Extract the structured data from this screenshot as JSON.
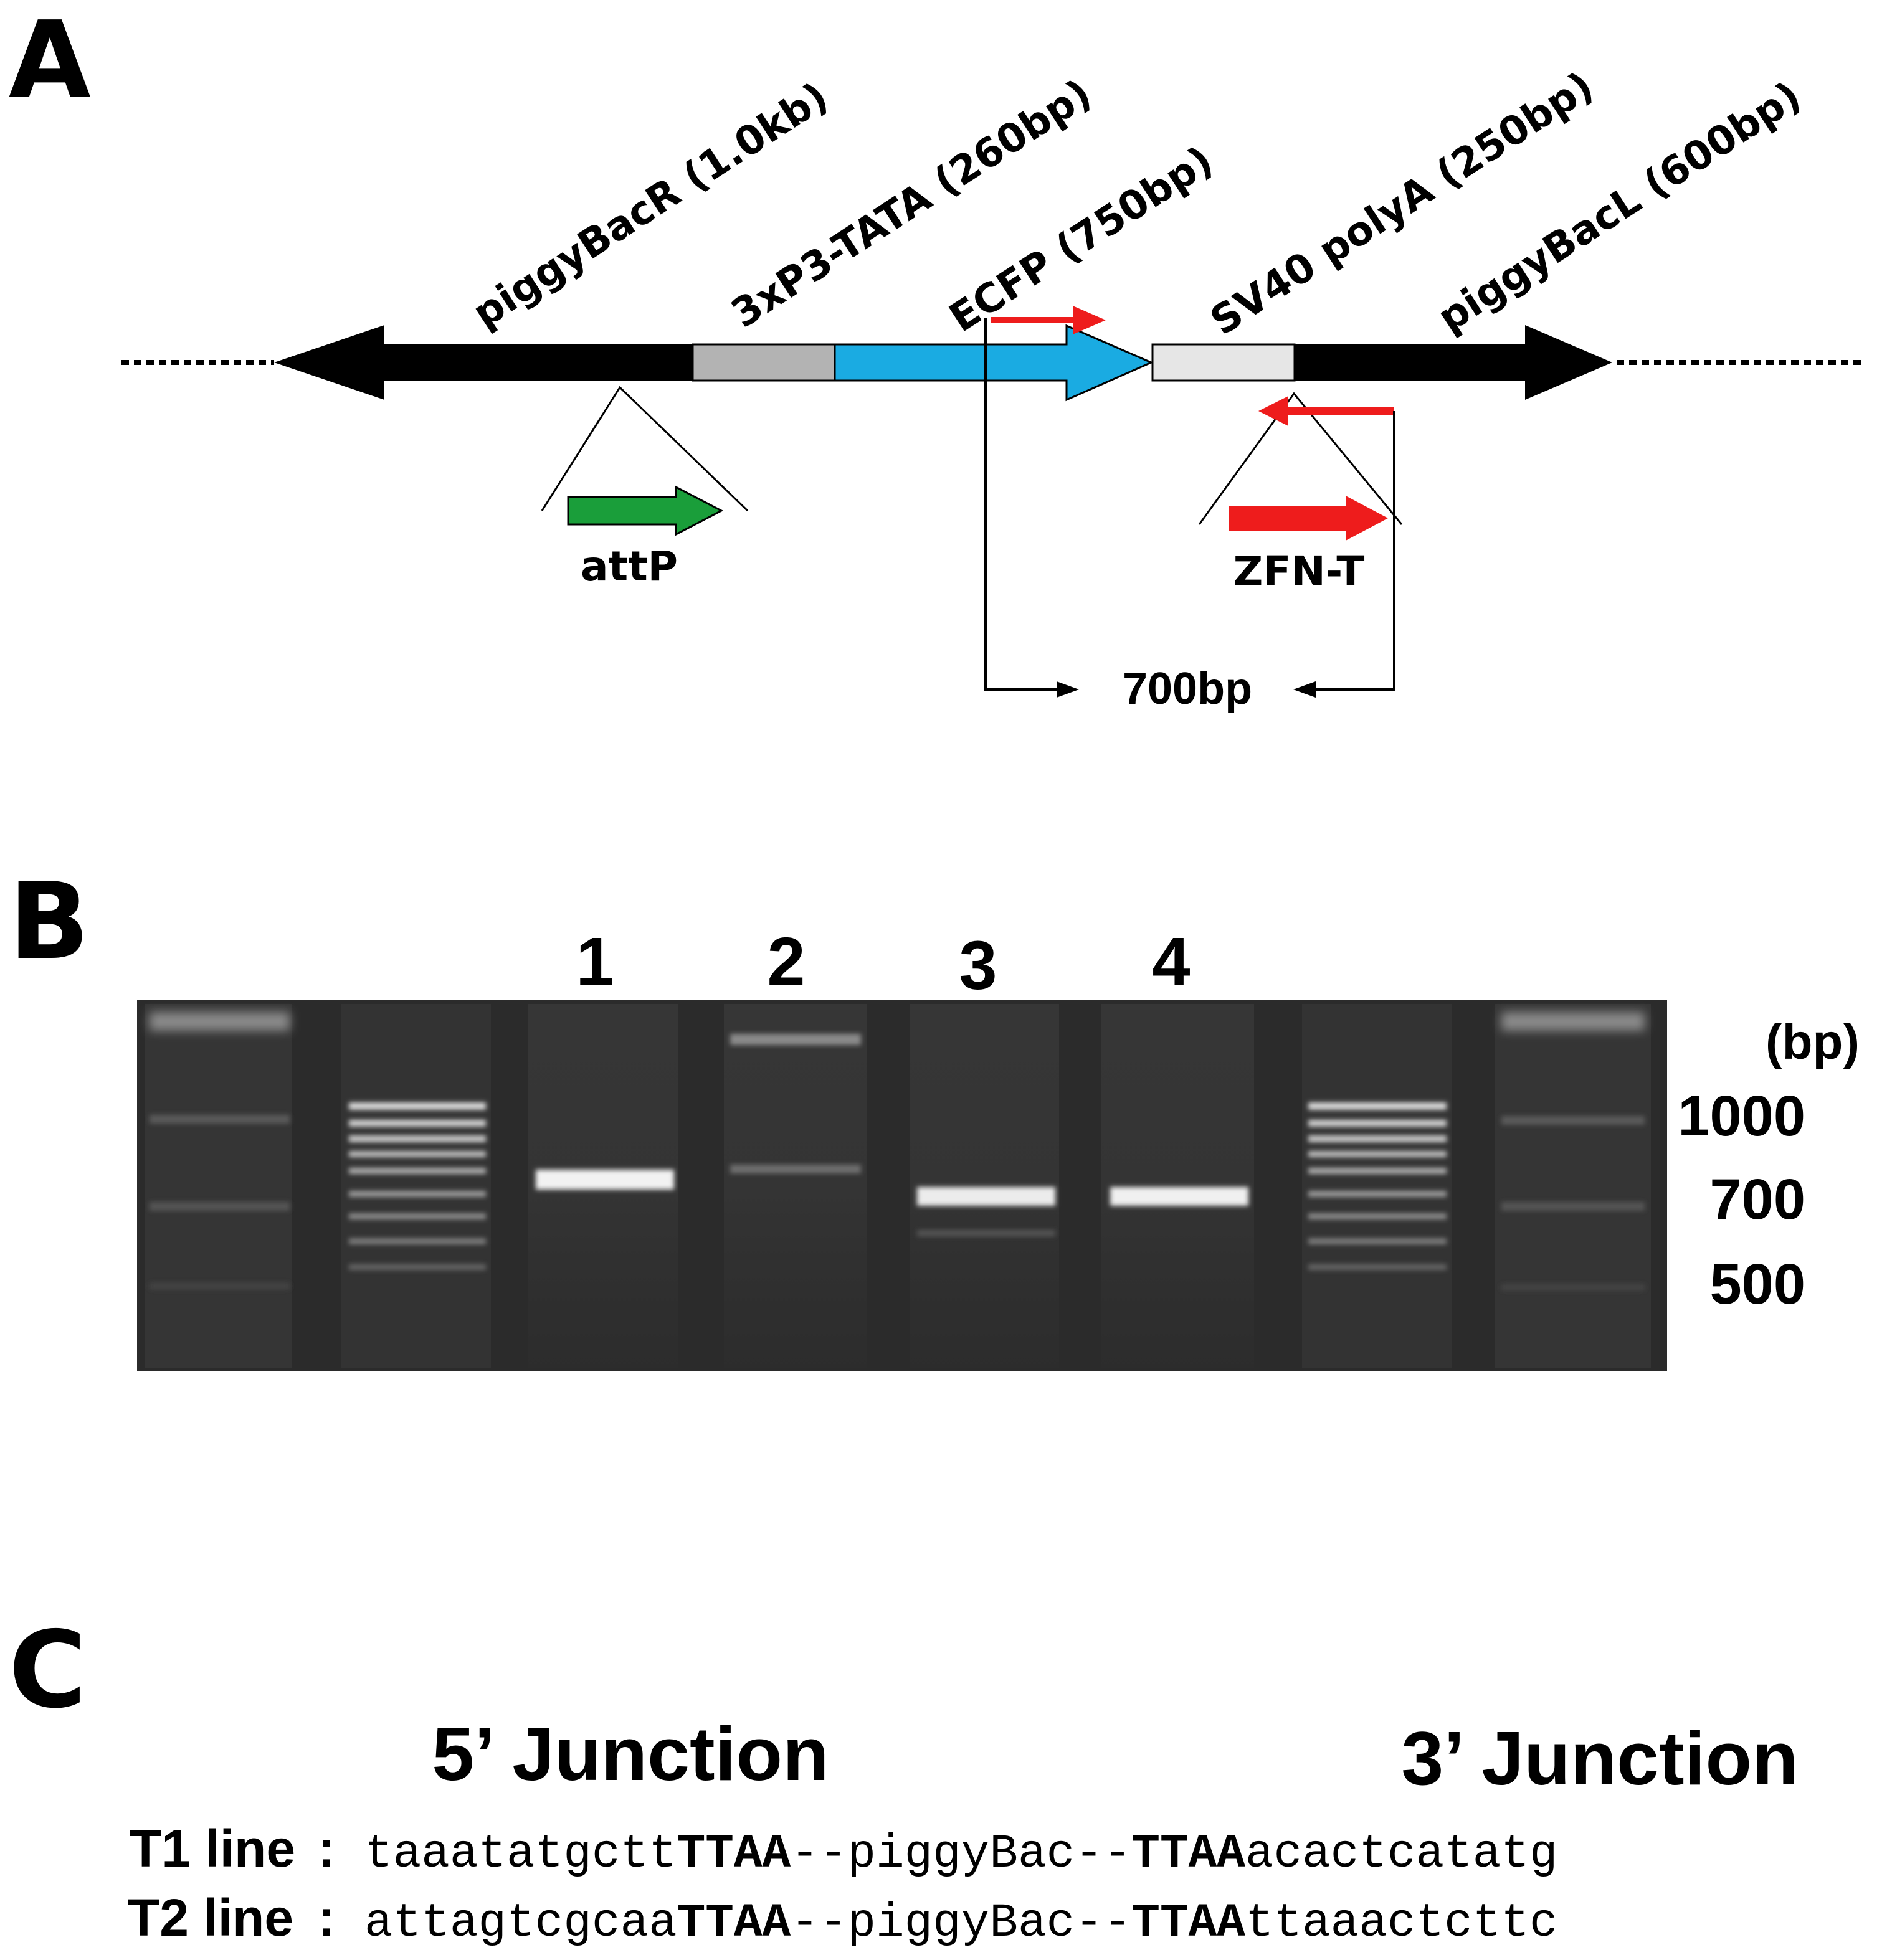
{
  "panels": {
    "a": {
      "letter": "A"
    },
    "b": {
      "letter": "B"
    },
    "c": {
      "letter": "C"
    }
  },
  "construct": {
    "features": [
      {
        "label": "piggyBacR (1.0kb)",
        "color": "#000000"
      },
      {
        "label": "3xP3-TATA (260bp)",
        "color": "#b3b3b3"
      },
      {
        "label": "ECFP (750bp)",
        "color": "#1aabe2"
      },
      {
        "label": "SV40 polyA (250bp)",
        "color": "#e6e6e6"
      },
      {
        "label": "piggyBacL (600bp)",
        "color": "#000000"
      }
    ],
    "sites": [
      {
        "label": "attP",
        "color": "#1a9e3a"
      },
      {
        "label": "ZFN-T",
        "color": "#ee1c1c"
      }
    ],
    "primer_color": "#ee1c1c",
    "amplicon_label": "700bp"
  },
  "gel": {
    "lane_labels": [
      "1",
      "2",
      "3",
      "4"
    ],
    "unit": "(bp)",
    "markers": [
      "1000",
      "700",
      "500"
    ]
  },
  "junctions": {
    "five_prime_title": "5’ Junction",
    "three_prime_title": "3’ Junction",
    "rows": [
      {
        "line": "T1 line",
        "colon": ":",
        "left": "taaatatgctt",
        "site1": "TTAA",
        "mid": "--piggyBac--",
        "site2": "TTAA",
        "right": "acactcatatg"
      },
      {
        "line": "T2 line",
        "colon": ":",
        "left": "attagtcgcaa",
        "site1": "TTAA",
        "mid": "--piggyBac--",
        "site2": "TTAA",
        "right": "ttaaactcttc"
      }
    ]
  }
}
